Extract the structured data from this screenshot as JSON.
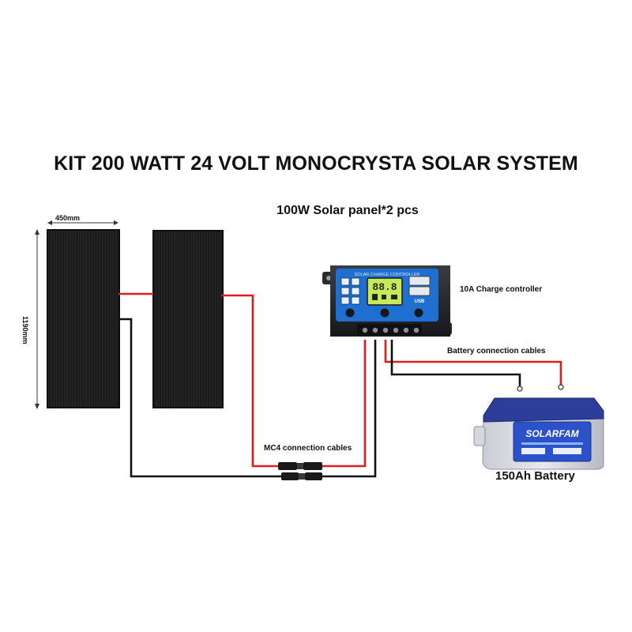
{
  "title": "KIT 200 WATT 24 VOLT MONOCRYSTA SOLAR SYSTEM",
  "panels": {
    "caption": "100W Solar panel*2 pcs",
    "width_label": "450mm",
    "height_label": "1190mm"
  },
  "controller": {
    "label": "10A Charge controller",
    "screen_title": "SOLAR CHARGE CONTROLLER",
    "display_value": "88.8",
    "usb_label": "USB"
  },
  "cables": {
    "battery_label": "Battery connection cables",
    "mc4_label": "MC4 connection cables"
  },
  "battery": {
    "label": "150Ah Battery",
    "brand": "SOLARFAM"
  },
  "colors": {
    "positive_wire": "#e01b1b",
    "negative_wire": "#111111",
    "controller_blue": "#1f6fd1",
    "battery_lid": "#2d3e9a"
  }
}
